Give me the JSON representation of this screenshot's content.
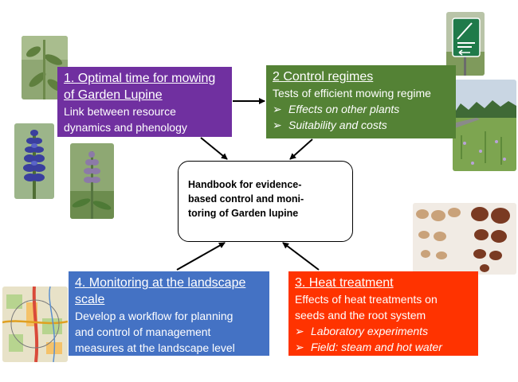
{
  "center": {
    "lines": [
      "Handbook for evidence-",
      "based control and moni-",
      "toring of Garden lupine"
    ]
  },
  "boxes": {
    "box1": {
      "title_lines": [
        "1. Optimal time for mowing",
        "of Garden Lupine"
      ],
      "body_lines": [
        "Link between resource",
        "dynamics and phenology"
      ],
      "color": "#7030a0"
    },
    "box2": {
      "title": "2 Control regimes",
      "body": "Tests of efficient mowing regime",
      "bullets": [
        "Effects on other plants",
        "Suitability and costs"
      ],
      "color": "#548235"
    },
    "box3": {
      "title": "3. Heat treatment",
      "body_lines": [
        "Effects of heat treatments on",
        "seeds and the root system"
      ],
      "bullets": [
        "Laboratory experiments",
        "Field: steam and hot water"
      ],
      "color": "#ff3300"
    },
    "box4": {
      "title_lines": [
        "4. Monitoring at the landscape",
        "scale"
      ],
      "body_lines": [
        "Develop a workflow for planning",
        "and control of management",
        "measures at the landscape level"
      ],
      "color": "#4472c4"
    }
  },
  "bullet_glyph": "➢",
  "photos": {
    "lupine_leaves": "lupine-leaves-photo",
    "lupine_flower_blue": "lupine-flower-blue-photo",
    "lupine_flower_purple": "lupine-flower-purple-photo",
    "road_sign": "road-sign-photo",
    "roadside_field": "roadside-field-photo",
    "seeds_dish": "seeds-dish-photo",
    "landscape_map": "landscape-map-photo"
  }
}
